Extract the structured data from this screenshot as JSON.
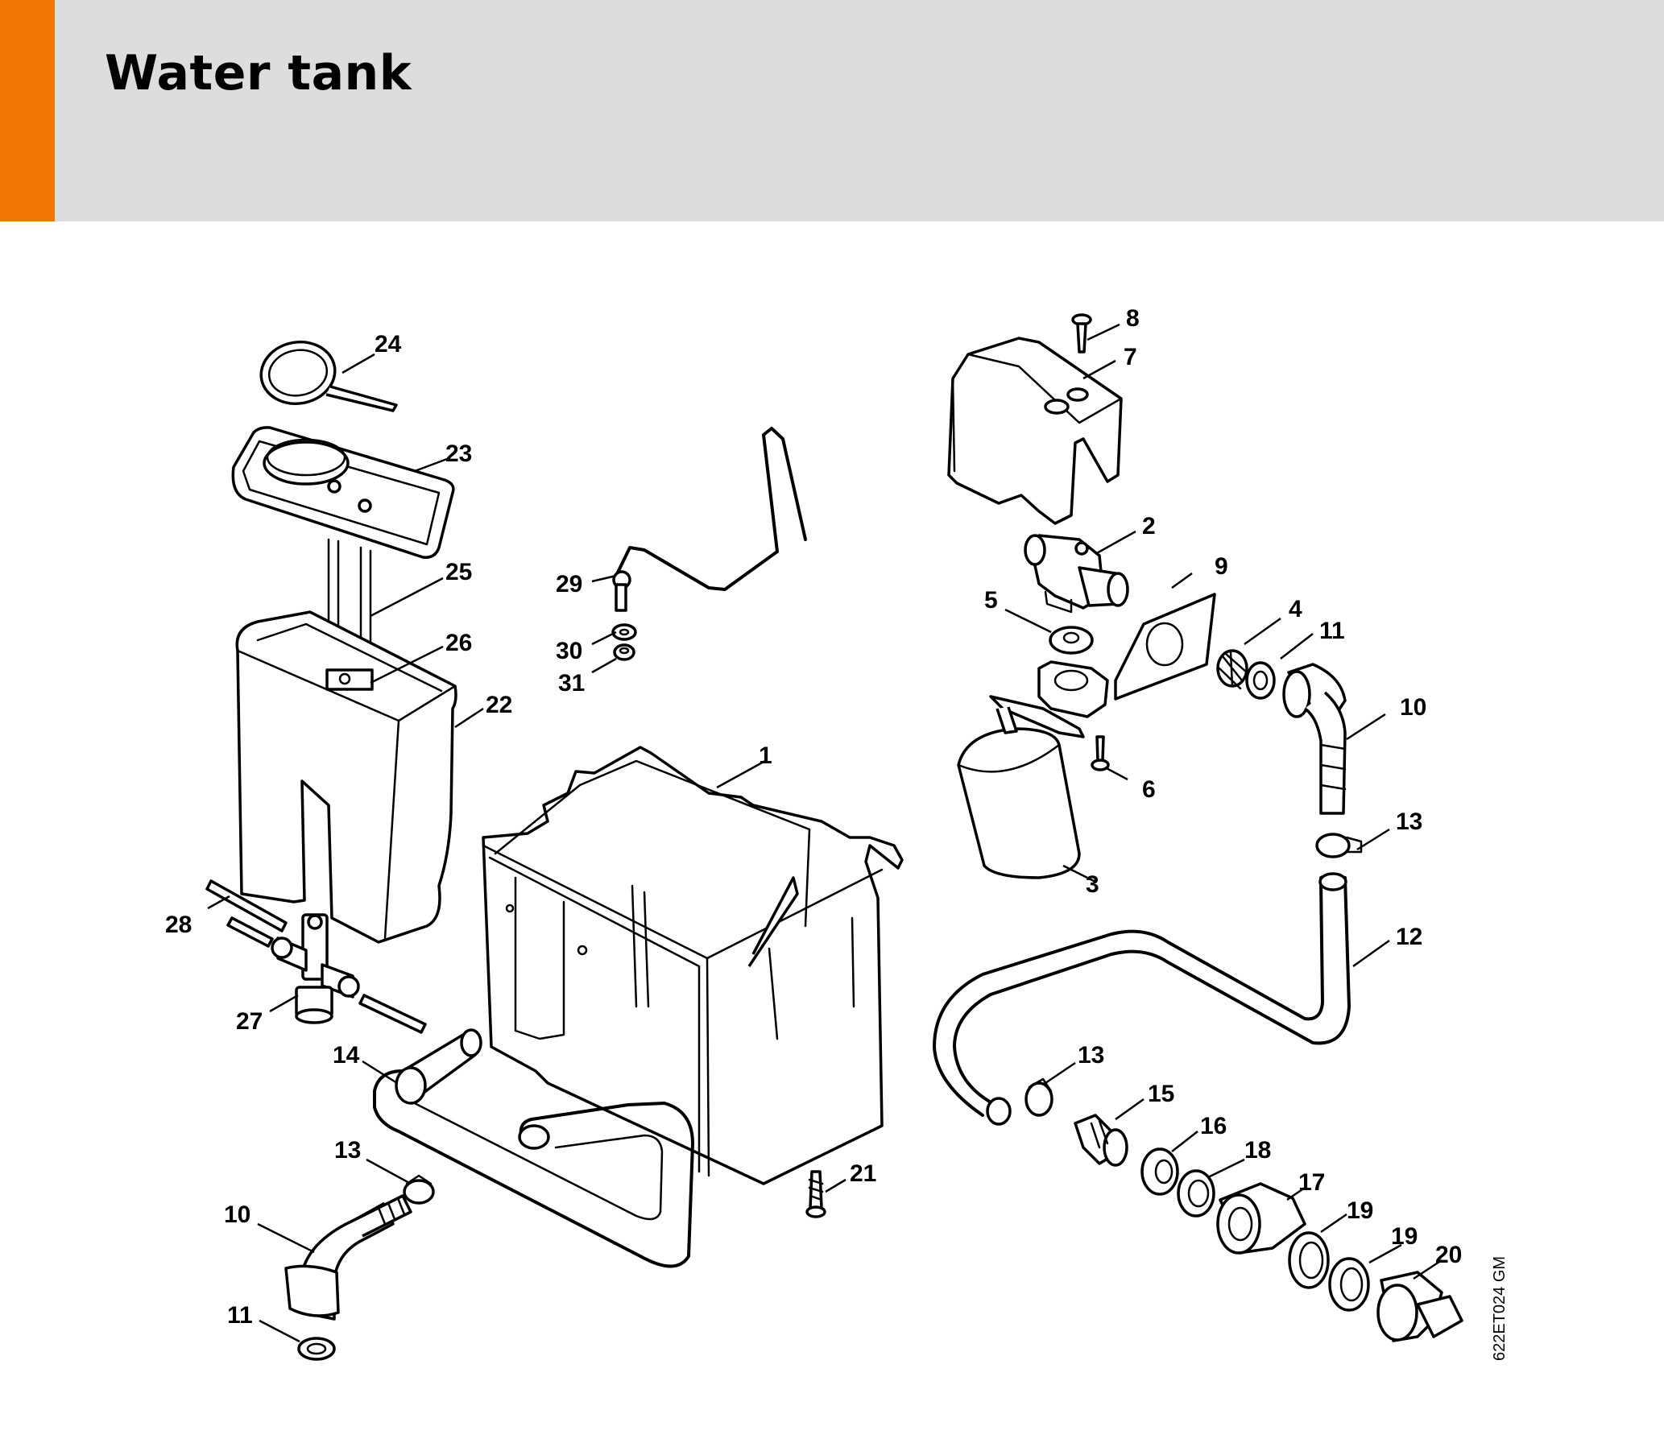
{
  "header": {
    "title": "Water tank",
    "accent_color": "#ef7600",
    "background_color": "#dcdddc"
  },
  "diagram": {
    "drawing_code": "622ET024 GM",
    "callouts": [
      {
        "id": "c1",
        "text": "1"
      },
      {
        "id": "c2",
        "text": "2"
      },
      {
        "id": "c3",
        "text": "3"
      },
      {
        "id": "c4",
        "text": "4"
      },
      {
        "id": "c5",
        "text": "5"
      },
      {
        "id": "c6",
        "text": "6"
      },
      {
        "id": "c7",
        "text": "7"
      },
      {
        "id": "c8",
        "text": "8"
      },
      {
        "id": "c9",
        "text": "9"
      },
      {
        "id": "c10a",
        "text": "10"
      },
      {
        "id": "c10b",
        "text": "10"
      },
      {
        "id": "c11a",
        "text": "11"
      },
      {
        "id": "c11b",
        "text": "11"
      },
      {
        "id": "c12",
        "text": "12"
      },
      {
        "id": "c13a",
        "text": "13"
      },
      {
        "id": "c13b",
        "text": "13"
      },
      {
        "id": "c13c",
        "text": "13"
      },
      {
        "id": "c14",
        "text": "14"
      },
      {
        "id": "c15",
        "text": "15"
      },
      {
        "id": "c16",
        "text": "16"
      },
      {
        "id": "c17",
        "text": "17"
      },
      {
        "id": "c18",
        "text": "18"
      },
      {
        "id": "c19a",
        "text": "19"
      },
      {
        "id": "c19b",
        "text": "19"
      },
      {
        "id": "c20",
        "text": "20"
      },
      {
        "id": "c21",
        "text": "21"
      },
      {
        "id": "c22",
        "text": "22"
      },
      {
        "id": "c23",
        "text": "23"
      },
      {
        "id": "c24",
        "text": "24"
      },
      {
        "id": "c25",
        "text": "25"
      },
      {
        "id": "c26",
        "text": "26"
      },
      {
        "id": "c27",
        "text": "27"
      },
      {
        "id": "c28",
        "text": "28"
      },
      {
        "id": "c29",
        "text": "29"
      },
      {
        "id": "c30",
        "text": "30"
      },
      {
        "id": "c31",
        "text": "31"
      }
    ]
  }
}
